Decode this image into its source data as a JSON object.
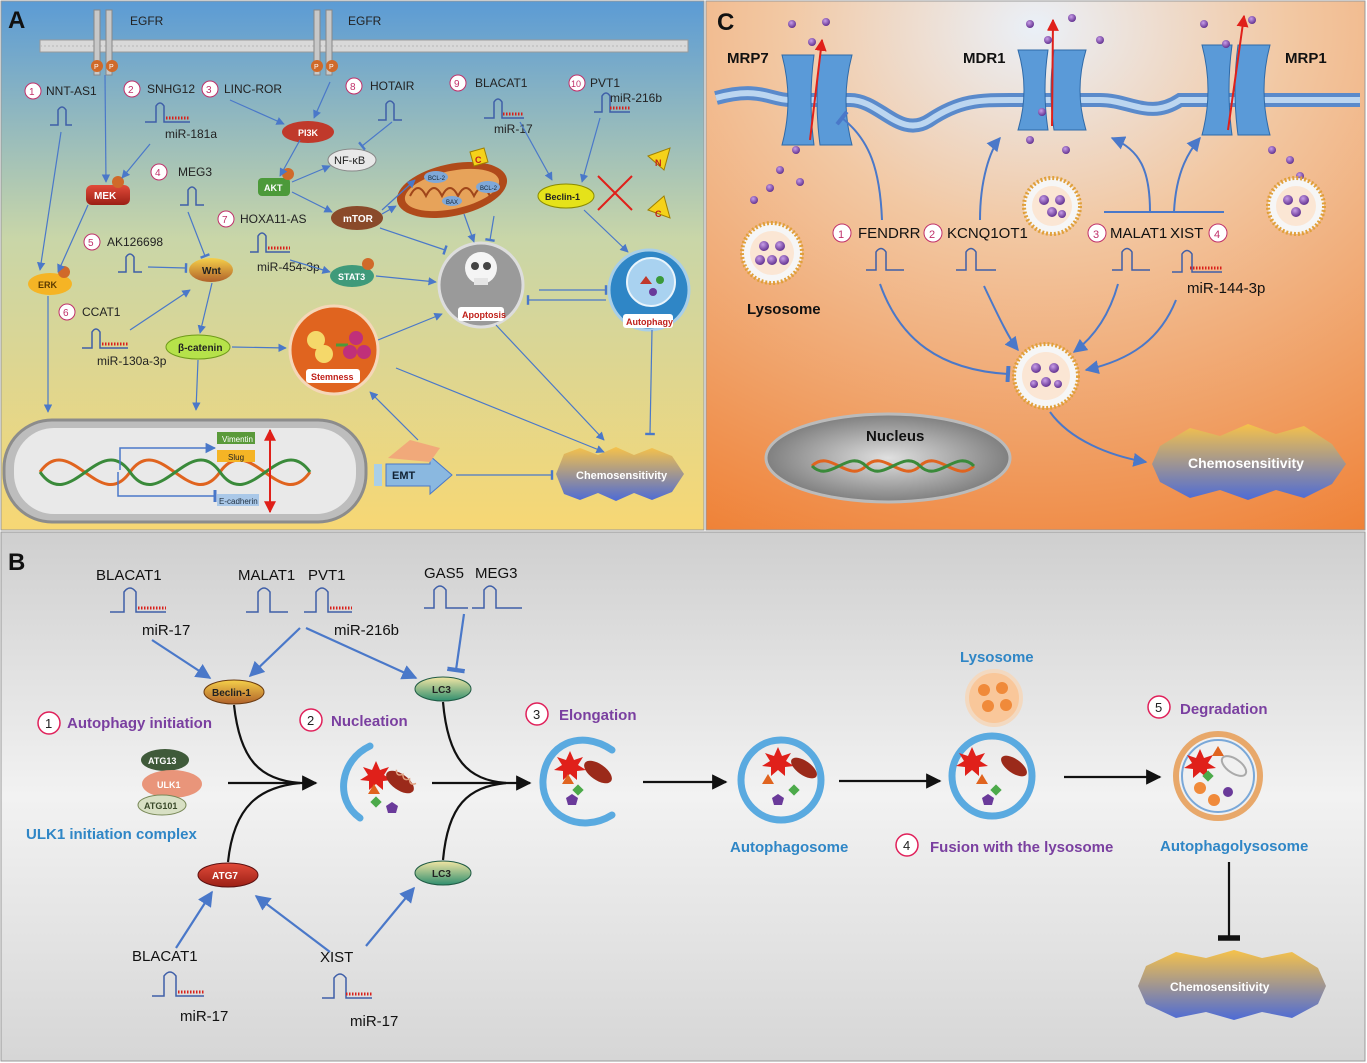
{
  "panel_a": {
    "letter": "A",
    "receptor_labels": [
      "EGFR",
      "EGFR"
    ],
    "phospho": "P",
    "lncrnas": [
      {
        "num": "1",
        "name": "NNT-AS1",
        "mirna": ""
      },
      {
        "num": "2",
        "name": "SNHG12",
        "mirna": "miR-181a"
      },
      {
        "num": "3",
        "name": "LINC-ROR",
        "mirna": ""
      },
      {
        "num": "4",
        "name": "MEG3",
        "mirna": ""
      },
      {
        "num": "5",
        "name": "AK126698",
        "mirna": ""
      },
      {
        "num": "6",
        "name": "CCAT1",
        "mirna": "miR-130a-3p"
      },
      {
        "num": "7",
        "name": "HOXA11-AS",
        "mirna": "miR-454-3p"
      },
      {
        "num": "8",
        "name": "HOTAIR",
        "mirna": ""
      },
      {
        "num": "9",
        "name": "BLACAT1",
        "mirna": "miR-17"
      },
      {
        "num": "10",
        "name": "PVT1",
        "mirna": "miR-216b"
      }
    ],
    "nodes": {
      "pi3k": "PI3K",
      "nfkb": "NF-κB",
      "akt": "AKT",
      "mtor": "mTOR",
      "mek": "MEK",
      "erk": "ERK",
      "wnt": "Wnt",
      "beta_catenin": "β-catenin",
      "stat3": "STAT3",
      "beclin1": "Beclin-1",
      "apoptosis": "Apoptosis",
      "autophagy": "Autophagy",
      "stemness": "Stemness",
      "emt": "EMT",
      "chemosensitivity": "Chemosensitivity",
      "vimentin": "Vimentin",
      "slug": "Slug",
      "ecadherin": "E-cadherin",
      "c": "C",
      "n": "N",
      "bcl2": "BCL-2",
      "bax": "BAX"
    }
  },
  "panel_b": {
    "letter": "B",
    "lncrnas": {
      "blacat1_top": "BLACAT1",
      "mir17_top": "miR-17",
      "malat1": "MALAT1",
      "pvt1": "PVT1",
      "mir216b": "miR-216b",
      "gas5": "GAS5",
      "meg3": "MEG3",
      "blacat1_bottom": "BLACAT1",
      "mir17_bottom_left": "miR-17",
      "xist": "XIST",
      "mir17_bottom_right": "miR-17"
    },
    "proteins": {
      "beclin1": "Beclin-1",
      "lc3_top": "LC3",
      "atg7": "ATG7",
      "lc3_bottom": "LC3",
      "atg13": "ATG13",
      "ulk1": "ULK1",
      "atg101": "ATG101"
    },
    "steps": [
      {
        "num": "1",
        "label": "Autophagy initiation"
      },
      {
        "num": "2",
        "label": "Nucleation"
      },
      {
        "num": "3",
        "label": "Elongation"
      },
      {
        "num": "4",
        "label": "Fusion with the lysosome"
      },
      {
        "num": "5",
        "label": "Degradation"
      }
    ],
    "ulk1_complex": "ULK1 initiation complex",
    "autophagosome": "Autophagosome",
    "lysosome": "Lysosome",
    "autophagolysosome": "Autophagolysosome",
    "chemosensitivity": "Chemosensitivity"
  },
  "panel_c": {
    "letter": "C",
    "transporters": [
      "MRP7",
      "MDR1",
      "MRP1"
    ],
    "lysosome": "Lysosome",
    "nucleus": "Nucleus",
    "chemosensitivity": "Chemosensitivity",
    "lncrnas": [
      {
        "num": "1",
        "name": "FENDRR"
      },
      {
        "num": "2",
        "name": "KCNQ1OT1"
      },
      {
        "num": "3",
        "name": "MALAT1"
      },
      {
        "num": "4",
        "name": "XIST"
      }
    ],
    "mirna": "miR-144-3p"
  }
}
